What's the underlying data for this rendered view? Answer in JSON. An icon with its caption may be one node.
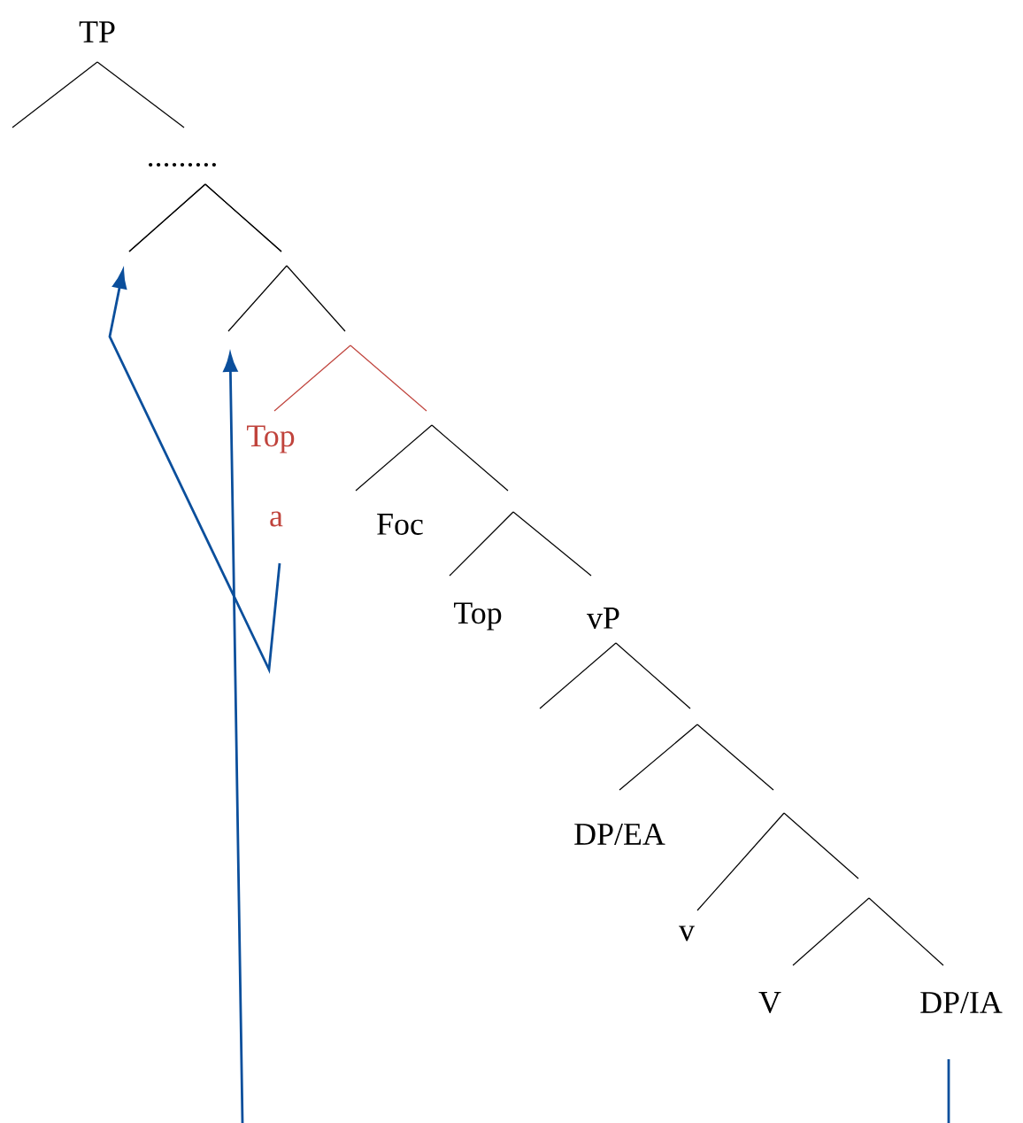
{
  "diagram": {
    "nodes": [
      {
        "text": [
          "TP"
        ]
      },
      {
        "text": [
          "........."
        ]
      },
      {
        "text": [
          "Top"
        ]
      },
      {
        "text": [
          "a"
        ]
      },
      {
        "text": [
          "Foc"
        ]
      },
      {
        "text": [
          "Top"
        ]
      },
      {
        "text": [
          "vP"
        ]
      },
      {
        "text": [
          "DP/EA"
        ]
      },
      {
        "text": [
          "v"
        ]
      },
      {
        "text": [
          "V"
        ]
      },
      {
        "text": [
          "DP/IA"
        ]
      }
    ],
    "edges": [
      {
        "from": 0,
        "to": null,
        "arrow": "none"
      },
      {
        "from": 0,
        "to": 1,
        "arrow": "none"
      },
      {
        "from": 1,
        "to": null,
        "arrow": "none"
      },
      {
        "from": 1,
        "to": null,
        "arrow": "none"
      },
      {
        "from": null,
        "to": 2,
        "arrow": "none",
        "color": "#c0433c"
      },
      {
        "from": null,
        "to": 4,
        "arrow": "none"
      },
      {
        "from": null,
        "to": 5,
        "arrow": "none"
      },
      {
        "from": null,
        "to": 6,
        "arrow": "none"
      },
      {
        "from": 6,
        "to": null,
        "arrow": "none"
      },
      {
        "from": 6,
        "to": null,
        "arrow": "none"
      },
      {
        "from": null,
        "to": 7,
        "arrow": "none"
      },
      {
        "from": null,
        "to": 8,
        "arrow": "none"
      },
      {
        "from": null,
        "to": 9,
        "arrow": "none"
      },
      {
        "from": null,
        "to": 10,
        "arrow": "none"
      },
      {
        "from": 3,
        "to": null,
        "arrow": "to",
        "color": "#0b4f9c"
      },
      {
        "from": 10,
        "to": null,
        "arrow": "to",
        "color": "#0b4f9c"
      }
    ]
  }
}
